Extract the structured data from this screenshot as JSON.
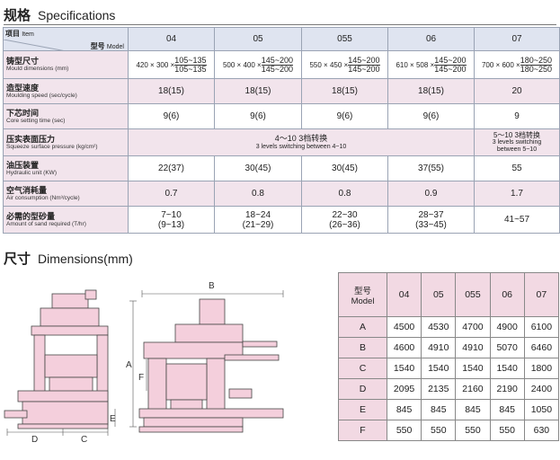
{
  "spec_heading": {
    "cn": "规格",
    "en": "Specifications"
  },
  "spec_table": {
    "model_cn": "型号",
    "model_en": "Model",
    "item_cn": "项目",
    "item_en": "Item",
    "models": [
      "04",
      "05",
      "055",
      "06",
      "07"
    ],
    "mould": {
      "cn": "铸型尺寸",
      "en": "Mould dimensions (mm)",
      "cells": [
        {
          "a": "420 × 300 ×",
          "num": "105~135",
          "den": "105~135"
        },
        {
          "a": "500 × 400 ×",
          "num": "145~200",
          "den": "145~200"
        },
        {
          "a": "550 × 450 ×",
          "num": "145~200",
          "den": "145~200"
        },
        {
          "a": "610 × 508 ×",
          "num": "145~200",
          "den": "145~200"
        },
        {
          "a": "700 × 600 ×",
          "num": "180~250",
          "den": "180~250"
        }
      ]
    },
    "speed": {
      "cn": "造型速度",
      "en": "Moulding speed (sec/cycle)",
      "values": [
        "18(15)",
        "18(15)",
        "18(15)",
        "18(15)",
        "20"
      ]
    },
    "core": {
      "cn": "下芯时间",
      "en": "Core setting time (sec)",
      "values": [
        "9(6)",
        "9(6)",
        "9(6)",
        "9(6)",
        "9"
      ]
    },
    "pressure": {
      "cn": "压实表面压力",
      "en": "Squeeze surface pressure (kg/cm²)",
      "merged_line1": "4～10 3档转换",
      "merged_line2": "3 levels switching between 4~10",
      "last_line1": "5～10 3档转换",
      "last_line2": "3 levels switching",
      "last_line3": "between 5~10"
    },
    "hydraulic": {
      "cn": "油压装置",
      "en": "Hydraulic unit (KW)",
      "values": [
        "22(37)",
        "30(45)",
        "30(45)",
        "37(55)",
        "55"
      ]
    },
    "air": {
      "cn": "空气消耗量",
      "en": "Air consumption (Nm³/cycle)",
      "values": [
        "0.7",
        "0.8",
        "0.8",
        "0.9",
        "1.7"
      ]
    },
    "sand": {
      "cn": "必需的型砂量",
      "en": "Amount of sand required (T/hr)",
      "values": [
        {
          "l1": "7~10",
          "l2": "(9~13)"
        },
        {
          "l1": "18~24",
          "l2": "(21~29)"
        },
        {
          "l1": "22~30",
          "l2": "(26~36)"
        },
        {
          "l1": "28~37",
          "l2": "(33~45)"
        },
        {
          "l1": "41~57",
          "l2": ""
        }
      ]
    }
  },
  "dim_heading": {
    "cn": "尺寸",
    "en": "Dimensions(mm)"
  },
  "dim_table": {
    "model_cn": "型号",
    "model_en": "Model",
    "models": [
      "04",
      "05",
      "055",
      "06",
      "07"
    ],
    "rows": [
      {
        "label": "A",
        "values": [
          "4500",
          "4530",
          "4700",
          "4900",
          "6100"
        ]
      },
      {
        "label": "B",
        "values": [
          "4600",
          "4910",
          "4910",
          "5070",
          "6460"
        ]
      },
      {
        "label": "C",
        "values": [
          "1540",
          "1540",
          "1540",
          "1540",
          "1800"
        ]
      },
      {
        "label": "D",
        "values": [
          "2095",
          "2135",
          "2160",
          "2190",
          "2400"
        ]
      },
      {
        "label": "E",
        "values": [
          "845",
          "845",
          "845",
          "845",
          "1050"
        ]
      },
      {
        "label": "F",
        "values": [
          "550",
          "550",
          "550",
          "550",
          "630"
        ]
      }
    ]
  },
  "drawing": {
    "labels": {
      "A": "A",
      "B": "B",
      "C": "C",
      "D": "D",
      "E": "E",
      "F": "F"
    },
    "colors": {
      "machine": "#f4cfdc",
      "outline": "#444444",
      "dim": "#555555"
    }
  }
}
